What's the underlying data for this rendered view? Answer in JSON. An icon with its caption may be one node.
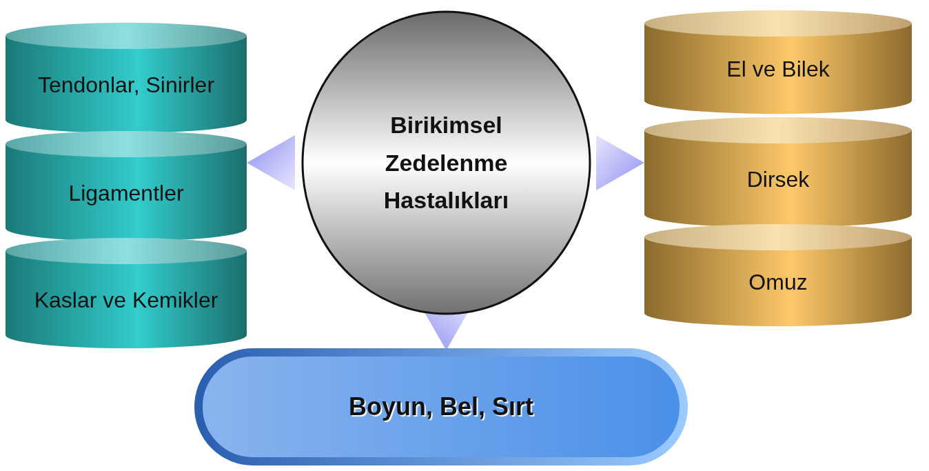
{
  "diagram": {
    "nodes": [
      {
        "text": [
          "Birikimsel Zedelenme Hastalıkları"
        ]
      },
      {
        "text": [
          "Tendonlar, Sinirler"
        ]
      },
      {
        "text": [
          "Ligamentler"
        ]
      },
      {
        "text": [
          "Kaslar ve Kemikler"
        ]
      },
      {
        "text": [
          "El ve Bilek"
        ]
      },
      {
        "text": [
          "Dirsek"
        ]
      },
      {
        "text": [
          "Omuz"
        ]
      },
      {
        "text": [
          "Boyun, Bel, Sırt"
        ]
      }
    ],
    "edges": [
      {
        "from": 0,
        "to": 2,
        "arrow": "to"
      },
      {
        "from": 0,
        "to": 5,
        "arrow": "to"
      },
      {
        "from": 0,
        "to": 7,
        "arrow": "to"
      }
    ]
  }
}
